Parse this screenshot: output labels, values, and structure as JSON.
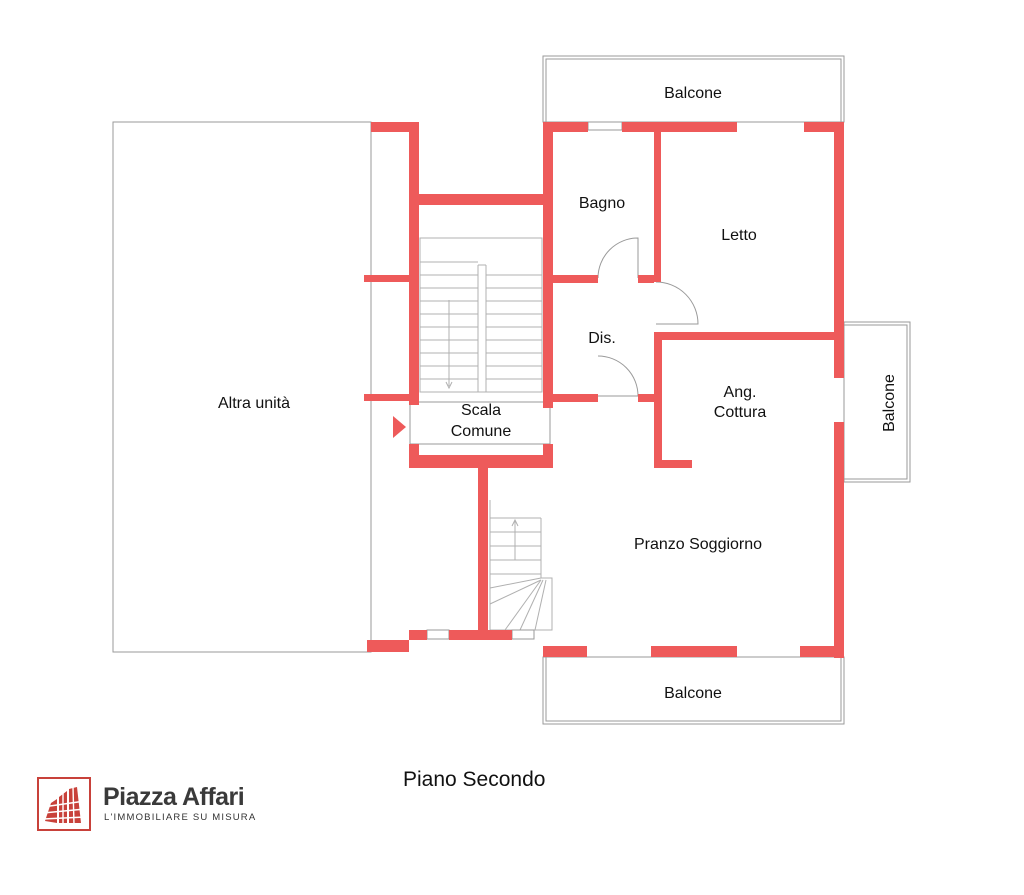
{
  "colors": {
    "wall": "#ee5a5a",
    "outline": "#999999",
    "background": "#ffffff",
    "brand": "#c8413a"
  },
  "rooms": {
    "balcone_top": "Balcone",
    "bagno": "Bagno",
    "letto": "Letto",
    "dis": "Dis.",
    "altra_unita": "Altra unità",
    "scala_line1": "Scala",
    "scala_line2": "Comune",
    "ang_line1": "Ang.",
    "ang_line2": "Cottura",
    "balcone_right": "Balcone",
    "pranzo": "Pranzo Soggiorno",
    "balcone_bottom": "Balcone"
  },
  "floor_title": "Piano Secondo",
  "logo": {
    "icon": "building-grid-icon",
    "name": "Piazza Affari",
    "tagline": "L'IMMOBILIARE SU MISURA"
  }
}
